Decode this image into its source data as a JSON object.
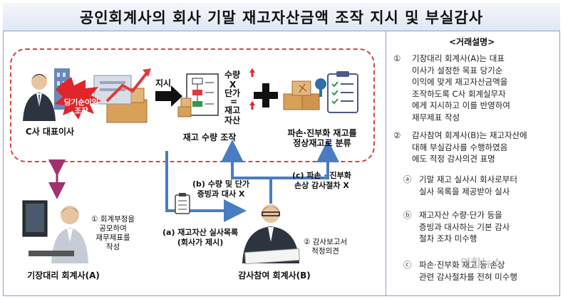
{
  "title": "공인회계사의 회사 기말 재고자산금액 조작 지시 및 부실감사",
  "diagram": {
    "ceo_label": "C사 대표이사",
    "ceo_badge_line1": "당기순이익",
    "ceo_badge_line2": "조작",
    "instruct_label": "지시",
    "formula_qty": "수량",
    "formula_x": "X",
    "formula_price": "단가",
    "formula_eq": "=",
    "formula_inv1": "재고",
    "formula_inv2": "자산",
    "inventory_manip_label": "재고 수량 조작",
    "reclassify_line1": "파손·진부화 재고를",
    "reclassify_line2": "정상재고로 분류",
    "verify_line1": "(b) 수량 및 단가",
    "verify_line2": "증빙과 대사 X",
    "damage_line1": "(c) 파손 · 진부화",
    "damage_line2": "손상 감사절차 X",
    "list_line1": "(a) 재고자산 실사목록",
    "list_line2": "(회사가 제시)",
    "fs_line1": "① 회계부정을",
    "fs_line2": "공모하여",
    "fs_line3": "재무제표를",
    "fs_line4": "작성",
    "report_line1": "② 감사보고서",
    "report_line2": "적정의견",
    "accountant_a_label": "기장대리 회계사(A)",
    "accountant_b_label": "감사참여 회계사(B)"
  },
  "sidebar": {
    "title": "<거래설명>",
    "items": [
      {
        "index": "①",
        "lines": [
          "기장대리 회계사(A)는 대표",
          "이사가 설정한 목표 당기순",
          "이익에 맞게 재고자산금액을",
          "조작하도록 C사 회계실무자",
          "에게 지시하고 이를 반영하여",
          "재무제표 작성"
        ]
      },
      {
        "index": "②",
        "lines": [
          "감사참여 회계사(B)는 재고자산에",
          "대해 부실감사를 수행하였음",
          "에도 적정 감사의견 표명"
        ]
      }
    ],
    "sub_items": [
      {
        "index": "ⓐ",
        "lines": [
          "기말 재고 실사시 회사로부터",
          "실사 목록을 제공받아 실사"
        ]
      },
      {
        "index": "ⓑ",
        "lines": [
          "재고자산 수량·단가 등을",
          "증빙과 대사하는 기본 감사",
          "절차 조차 미수행"
        ]
      },
      {
        "index": "ⓒ",
        "lines": [
          "파손·진부화 재고 등 손상",
          "관련 감사절차를 전혀 미수행"
        ]
      }
    ]
  },
  "watermark": "연합뉴스",
  "colors": {
    "dash": "#d9433c",
    "arrow_blue": "#4a7cc4",
    "arrow_purple": "#a0336e",
    "plus": "#111111"
  }
}
